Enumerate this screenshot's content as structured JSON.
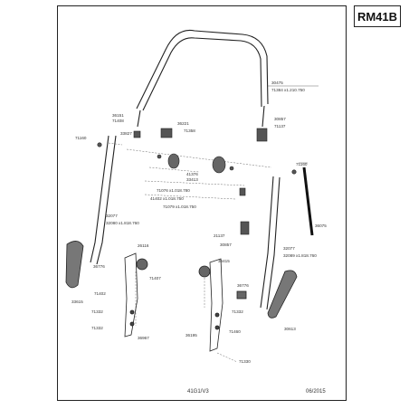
{
  "model": "RM41B",
  "footer": {
    "code": "41G1/V3",
    "date": "06/2015"
  },
  "labels": {
    "upper_handle_code": "30475",
    "upper_handle_ref": "71384 x1.210.750",
    "clip_left_a": "36151",
    "clip_left_b": "71408",
    "clip_left_c": "33827",
    "center_block_a": "36221",
    "center_block_b": "71358",
    "right_block_a": "30857",
    "right_block_b": "71137",
    "left_screw": "71160",
    "right_screw": "71160",
    "knob_a": "41376",
    "knob_b": "33413",
    "bolt_ref_1": "71076 x1.018.780",
    "bolt_ref_2": "41402 x1.018.750",
    "bolt_ref_3": "71079 x1.018.750",
    "cable": "36075",
    "left_tube_a": "32077",
    "left_tube_b": "32080 x1.818.760",
    "right_tube_a": "32077",
    "right_tube_b": "32089 x1.818.760",
    "mid_a": "21137",
    "mid_b": "30857",
    "left_cover": "33615",
    "right_cover": "30613",
    "lp_1": "26116",
    "lp_2": "36776",
    "lp_3": "71402",
    "lp_4": "71407",
    "lp_5": "71332",
    "lp_6": "71332",
    "lp_7": "36967",
    "rp_1": "36415",
    "rp_2": "36776",
    "rp_3": "71332",
    "rp_4": "71460",
    "rp_5": "36195",
    "rp_6": "71330"
  }
}
